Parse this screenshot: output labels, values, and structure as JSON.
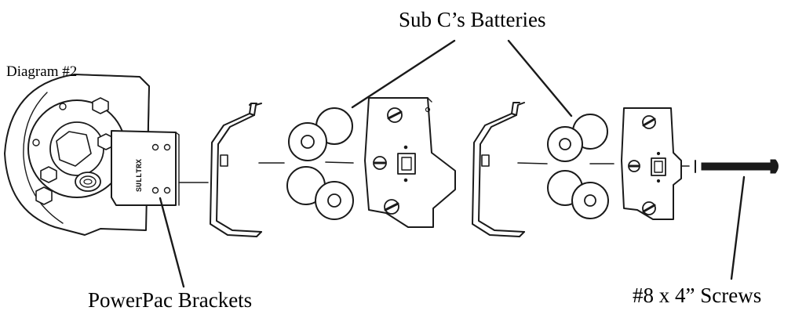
{
  "diagram": {
    "title": "Diagram #2",
    "labels": {
      "batteries": "Sub C’s Batteries",
      "brackets": "PowerPac Brackets",
      "screws": "#8 x 4” Screws"
    },
    "stamp_text": "SULLTRX",
    "parts": [
      "base-unit",
      "bracket-plate",
      "wire-bracket-left",
      "battery-set-left",
      "end-plate-left",
      "wire-bracket-right",
      "battery-set-right",
      "end-plate-right",
      "screw"
    ],
    "ink_color": "#1a1a1a",
    "background_color": "#ffffff"
  }
}
